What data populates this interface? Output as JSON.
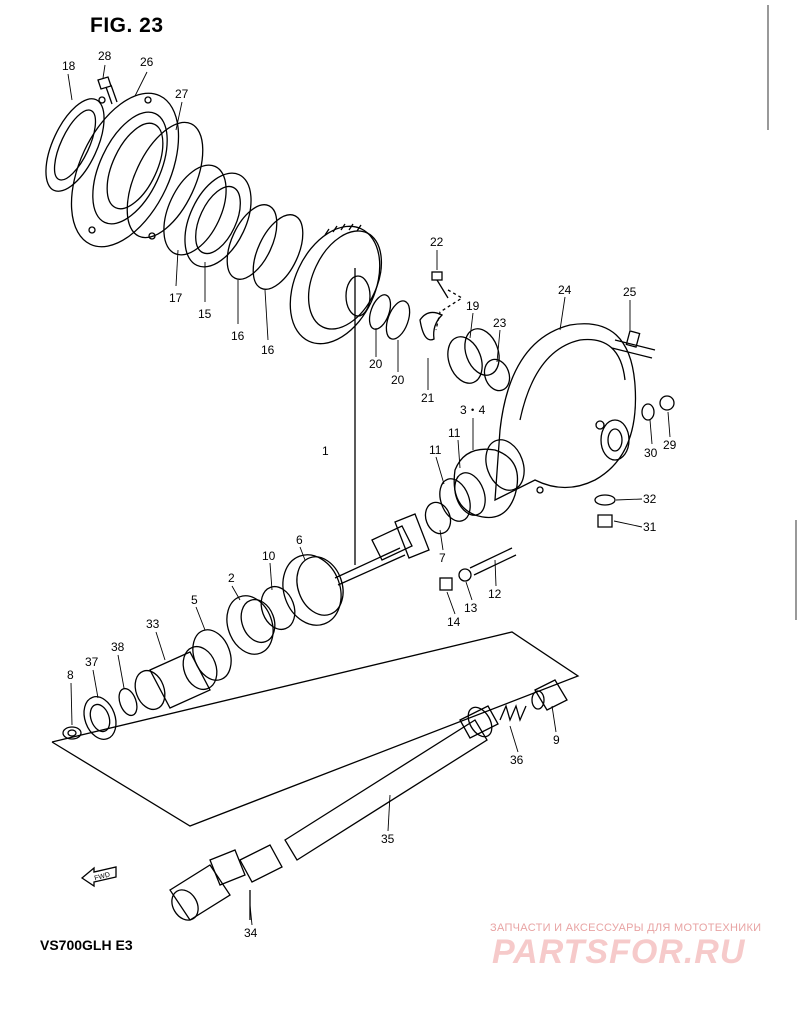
{
  "figure_title": "FIG. 23",
  "model_label": "VS700GLH  E3",
  "watermark": {
    "caption": "ЗАПЧАСТИ И АКСЕССУАРЫ ДЛЯ МОТОТЕХНИКИ",
    "logo_text": "PARTSFOR.RU"
  },
  "fwd_arrow_text": "FWD",
  "part_labels": [
    {
      "id": "p18",
      "text": "18"
    },
    {
      "id": "p28",
      "text": "28"
    },
    {
      "id": "p26",
      "text": "26"
    },
    {
      "id": "p27",
      "text": "27"
    },
    {
      "id": "p17",
      "text": "17"
    },
    {
      "id": "p15",
      "text": "15"
    },
    {
      "id": "p16a",
      "text": "16"
    },
    {
      "id": "p16b",
      "text": "16"
    },
    {
      "id": "p22",
      "text": "22"
    },
    {
      "id": "p20a",
      "text": "20"
    },
    {
      "id": "p20b",
      "text": "20"
    },
    {
      "id": "p19",
      "text": "19"
    },
    {
      "id": "p23",
      "text": "23"
    },
    {
      "id": "p24",
      "text": "24"
    },
    {
      "id": "p25",
      "text": "25"
    },
    {
      "id": "p21",
      "text": "21"
    },
    {
      "id": "p34ab",
      "text": "3・4"
    },
    {
      "id": "p1",
      "text": "1"
    },
    {
      "id": "p11a",
      "text": "11"
    },
    {
      "id": "p11b",
      "text": "11"
    },
    {
      "id": "p30",
      "text": "30"
    },
    {
      "id": "p29",
      "text": "29"
    },
    {
      "id": "p32",
      "text": "32"
    },
    {
      "id": "p31",
      "text": "31"
    },
    {
      "id": "p7",
      "text": "7"
    },
    {
      "id": "p6",
      "text": "6"
    },
    {
      "id": "p10",
      "text": "10"
    },
    {
      "id": "p2",
      "text": "2"
    },
    {
      "id": "p12",
      "text": "12"
    },
    {
      "id": "p13",
      "text": "13"
    },
    {
      "id": "p14",
      "text": "14"
    },
    {
      "id": "p5",
      "text": "5"
    },
    {
      "id": "p33",
      "text": "33"
    },
    {
      "id": "p38",
      "text": "38"
    },
    {
      "id": "p37",
      "text": "37"
    },
    {
      "id": "p8",
      "text": "8"
    },
    {
      "id": "p9",
      "text": "9"
    },
    {
      "id": "p36",
      "text": "36"
    },
    {
      "id": "p35",
      "text": "35"
    },
    {
      "id": "p34",
      "text": "34"
    }
  ]
}
